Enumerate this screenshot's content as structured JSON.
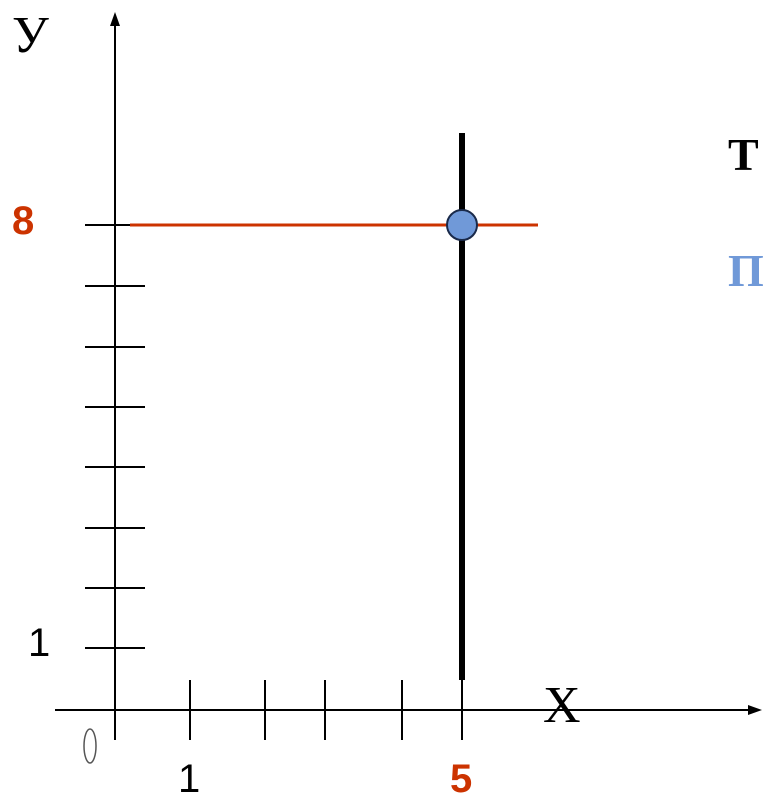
{
  "axes": {
    "x_name": "X",
    "y_name": "У",
    "origin": "0",
    "x_tick_label": "1",
    "y_tick_label": "1"
  },
  "point": {
    "x": 5,
    "y": 8,
    "x_label": "5",
    "y_label": "8"
  },
  "side_text": {
    "line1": "Т",
    "line2": "П"
  },
  "colors": {
    "axis": "#000000",
    "horizontal_line": "#cc3300",
    "label_highlight": "#cc3300",
    "point_fill": "#7099d8",
    "point_stroke": "#1a2a4a",
    "side_text_line1": "#000000",
    "side_text_line2": "#7099d8"
  }
}
